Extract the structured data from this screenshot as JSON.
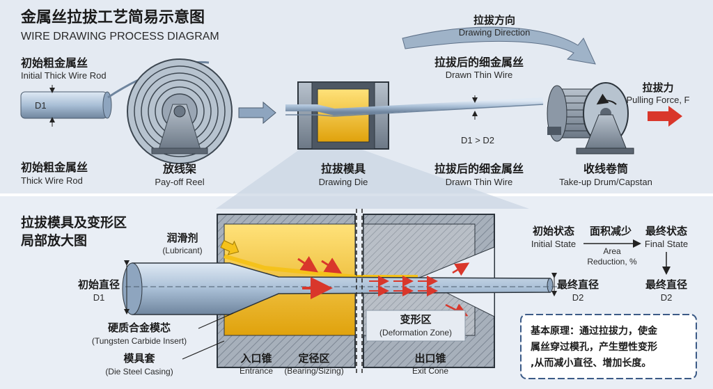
{
  "title": {
    "zh": "金属丝拉拔工艺简易示意图",
    "en": "WIRE DRAWING PROCESS DIAGRAM"
  },
  "top": {
    "initial_rod": {
      "zh": "初始粗金属丝",
      "en": "Initial Thick Wire Rod"
    },
    "d1": "D1",
    "thick_rod": {
      "zh": "初始粗金属丝",
      "en": "Thick Wire Rod"
    },
    "payoff": {
      "zh": "放线架",
      "en": "Pay-off Reel"
    },
    "die": {
      "zh": "拉拔模具",
      "en": "Drawing Die"
    },
    "direction": {
      "zh": "拉拔方向",
      "en": "Drawing Direction"
    },
    "drawn_wire_top": {
      "zh": "拉拔后的细金属丝",
      "en": "Drawn Thin Wire"
    },
    "drawn_wire_bottom": {
      "zh": "拉拔后的细金属丝",
      "en": "Drawn Thin Wire"
    },
    "compare": "D1 > D2",
    "pulling": {
      "zh": "拉拔力",
      "en": "Pulling Force, F"
    },
    "takeup": {
      "zh": "收线卷筒",
      "en": "Take-up Drum/Capstan"
    }
  },
  "bottom": {
    "zoom_title": {
      "line1": "拉拔模具及变形区",
      "line2": "局部放大图"
    },
    "lubricant": {
      "zh": "润滑剂",
      "en": "(Lubricant)"
    },
    "initial_dia": {
      "zh": "初始直径",
      "en": "D1"
    },
    "insert": {
      "zh": "硬质合金模芯",
      "en": "(Tungsten Carbide Insert)"
    },
    "casing": {
      "zh": "模具套",
      "en": "(Die Steel Casing)"
    },
    "entrance": {
      "zh": "入口锥",
      "en": "Entrance"
    },
    "bearing": {
      "zh": "定径区",
      "en": "(Bearing/Sizing)"
    },
    "deformation": {
      "zh": "变形区",
      "en": "(Deformation Zone)"
    },
    "exit": {
      "zh": "出口锥",
      "en": "Exit Cone"
    },
    "final_dia": {
      "zh": "最终直径",
      "en": "D2"
    },
    "initial_state": {
      "zh": "初始状态",
      "en": "Initial State"
    },
    "area_reduction": {
      "zh": "面积减少",
      "en1": "Area",
      "en2": "Reduction, %"
    },
    "final_state": {
      "zh": "最终状态",
      "en": "Final State"
    },
    "final_dia_right": {
      "zh": "最终直径",
      "en": "D2"
    },
    "principle": {
      "line1": "基本原理：通过拉拔力，使金",
      "line2": "属丝穿过模孔，产生塑性变形",
      "line3": ",从而减小直径、增加长度。"
    }
  },
  "colors": {
    "top_bg": "#e4eaf2",
    "bottom_bg": "#e8edf4",
    "steel": "#9aa6b4",
    "gold": "#f5c21b",
    "red": "#d9372b",
    "wire": "#a9c2dc"
  }
}
